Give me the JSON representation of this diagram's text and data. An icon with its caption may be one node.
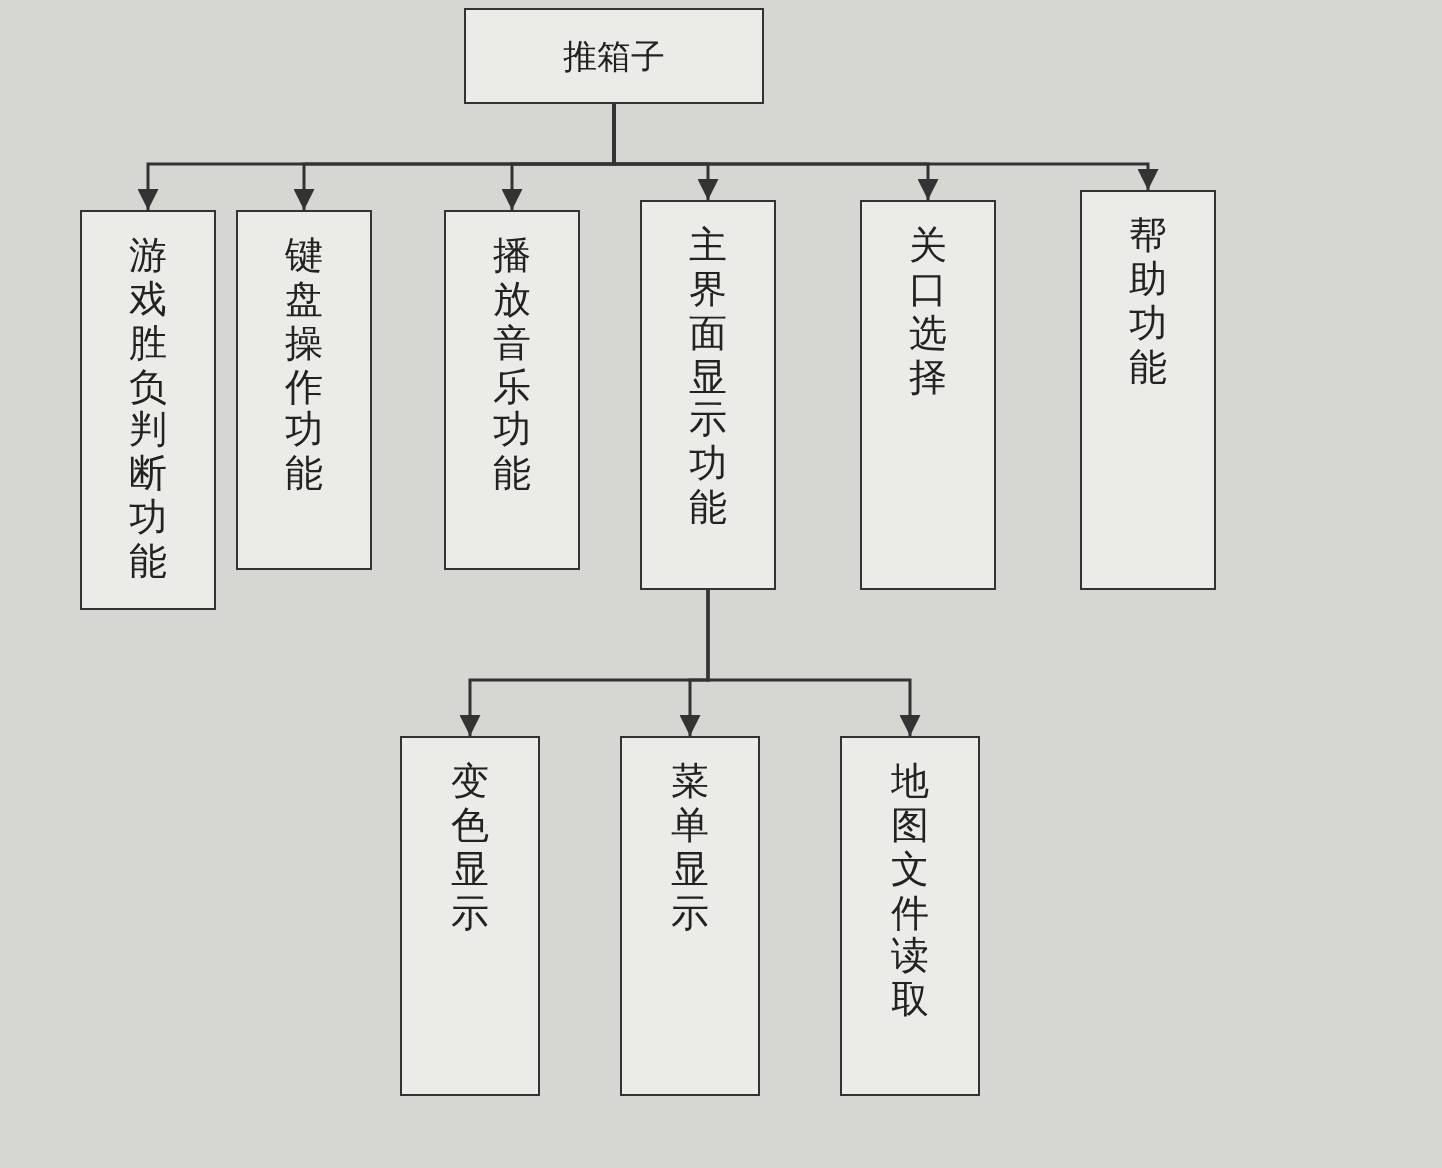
{
  "diagram": {
    "nodes": [
      {
        "text": [
          "推箱子"
        ]
      },
      {
        "text": [
          "游戏胜负判断功能"
        ]
      },
      {
        "text": [
          "键盘操作功能"
        ]
      },
      {
        "text": [
          "播放音乐功能"
        ]
      },
      {
        "text": [
          "主界面显示功能"
        ]
      },
      {
        "text": [
          "关口选择"
        ]
      },
      {
        "text": [
          "帮助功能"
        ]
      },
      {
        "text": [
          "变色显示"
        ]
      },
      {
        "text": [
          "菜单显示"
        ]
      },
      {
        "text": [
          "地图文件读取"
        ]
      }
    ],
    "edges": [
      {
        "from": 0,
        "to": 1,
        "arrow": "to"
      },
      {
        "from": 0,
        "to": 2,
        "arrow": "to"
      },
      {
        "from": 0,
        "to": 3,
        "arrow": "to"
      },
      {
        "from": 0,
        "to": 4,
        "arrow": "to"
      },
      {
        "from": 0,
        "to": 5,
        "arrow": "to"
      },
      {
        "from": 0,
        "to": 6,
        "arrow": "to"
      },
      {
        "from": 4,
        "to": 7,
        "arrow": "to"
      },
      {
        "from": 4,
        "to": 8,
        "arrow": "to"
      },
      {
        "from": 4,
        "to": 9,
        "arrow": "to"
      }
    ]
  }
}
